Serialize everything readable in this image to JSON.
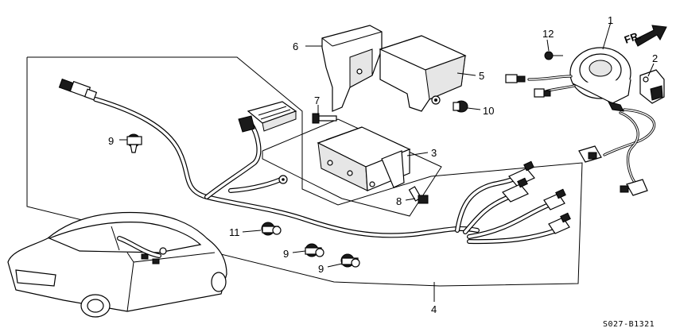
{
  "diagram": {
    "direction_label": "FR.",
    "diagram_code": "S027-B1321",
    "callouts": {
      "c1": "1",
      "c2": "2",
      "c3": "3",
      "c4": "4",
      "c5": "5",
      "c6": "6",
      "c7": "7",
      "c8": "8",
      "c9a": "9",
      "c9b": "9",
      "c9c": "9",
      "c10": "10",
      "c11": "11",
      "c12": "12"
    }
  }
}
